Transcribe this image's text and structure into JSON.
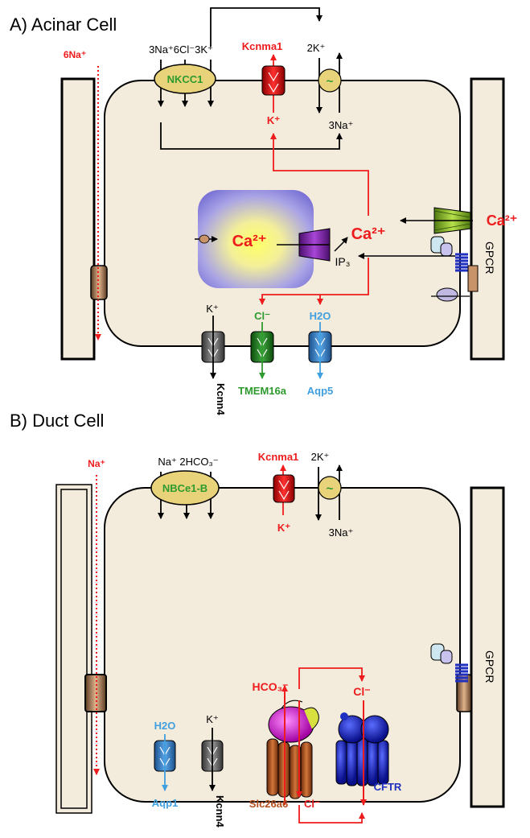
{
  "panels": {
    "a": {
      "title": "A)  Acinar Cell",
      "labels": {
        "na6": "6Na⁺",
        "nkcc1_ions": "3Na⁺6Cl⁻3K⁺",
        "nkcc1": "NKCC1",
        "kcnma1": "Kcnma1",
        "pump_k": "2K⁺",
        "k_channel": "K⁺",
        "pump_na": "3Na⁺",
        "ca_er": "Ca²⁺",
        "ca_cyto": "Ca²⁺",
        "ca_ext": "Ca²⁺",
        "ip3": "IP₃",
        "gpcr": "GPCR",
        "k_bottom": "K⁺",
        "cl": "Cl⁻",
        "h2o": "H2O",
        "kcnn4": "Kcnn4",
        "tmem16a": "TMEM16a",
        "aqp5": "Aqp5"
      }
    },
    "b": {
      "title": "B)  Duct Cell",
      "labels": {
        "na": "Na⁺",
        "nbc_ions": "Na⁺ 2HCO₃⁻",
        "nbce1": "NBCe1-B",
        "kcnma1": "Kcnma1",
        "pump_k": "2K⁺",
        "k_channel": "K⁺",
        "pump_na": "3Na⁺",
        "gpcr": "GPCR",
        "hco3": "HCO₃⁻",
        "cl_top": "Cl⁻",
        "h2o": "H2O",
        "k_bottom": "K⁺",
        "aqp1": "Aqp1",
        "kcnn4": "Kcnn4",
        "slc26a6": "Slc26a6",
        "cl_bottom": "Cl⁻",
        "cftr": "CFTR"
      }
    }
  },
  "colors": {
    "cell_fill": "#f3ebdc",
    "ion_red": "#ee1c1c",
    "green": "#2e9b2e",
    "blue": "#3f9fdf",
    "cftr_blue": "#1f2fbf",
    "slc_brown": "#b4501e",
    "er_purple": "#7b7bd8",
    "pump_yellow": "#e8d27a"
  }
}
